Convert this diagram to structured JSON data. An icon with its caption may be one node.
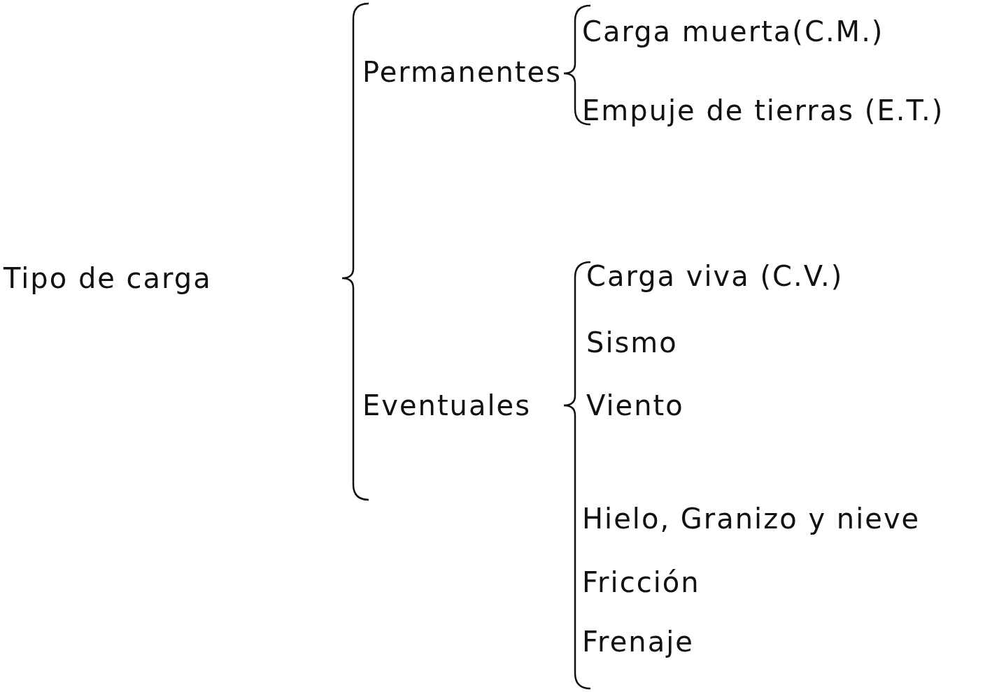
{
  "diagram": {
    "labels": [
      "Tipo de carga",
      "Permanentes",
      "Carga muerta(C.M.)",
      "Empuje de tierras (E.T.)",
      "Eventuales",
      "Carga viva (C.V.)",
      "Sismo",
      "Viento",
      "Hielo, Granizo y nieve",
      "Fricción",
      "Frenaje"
    ]
  }
}
